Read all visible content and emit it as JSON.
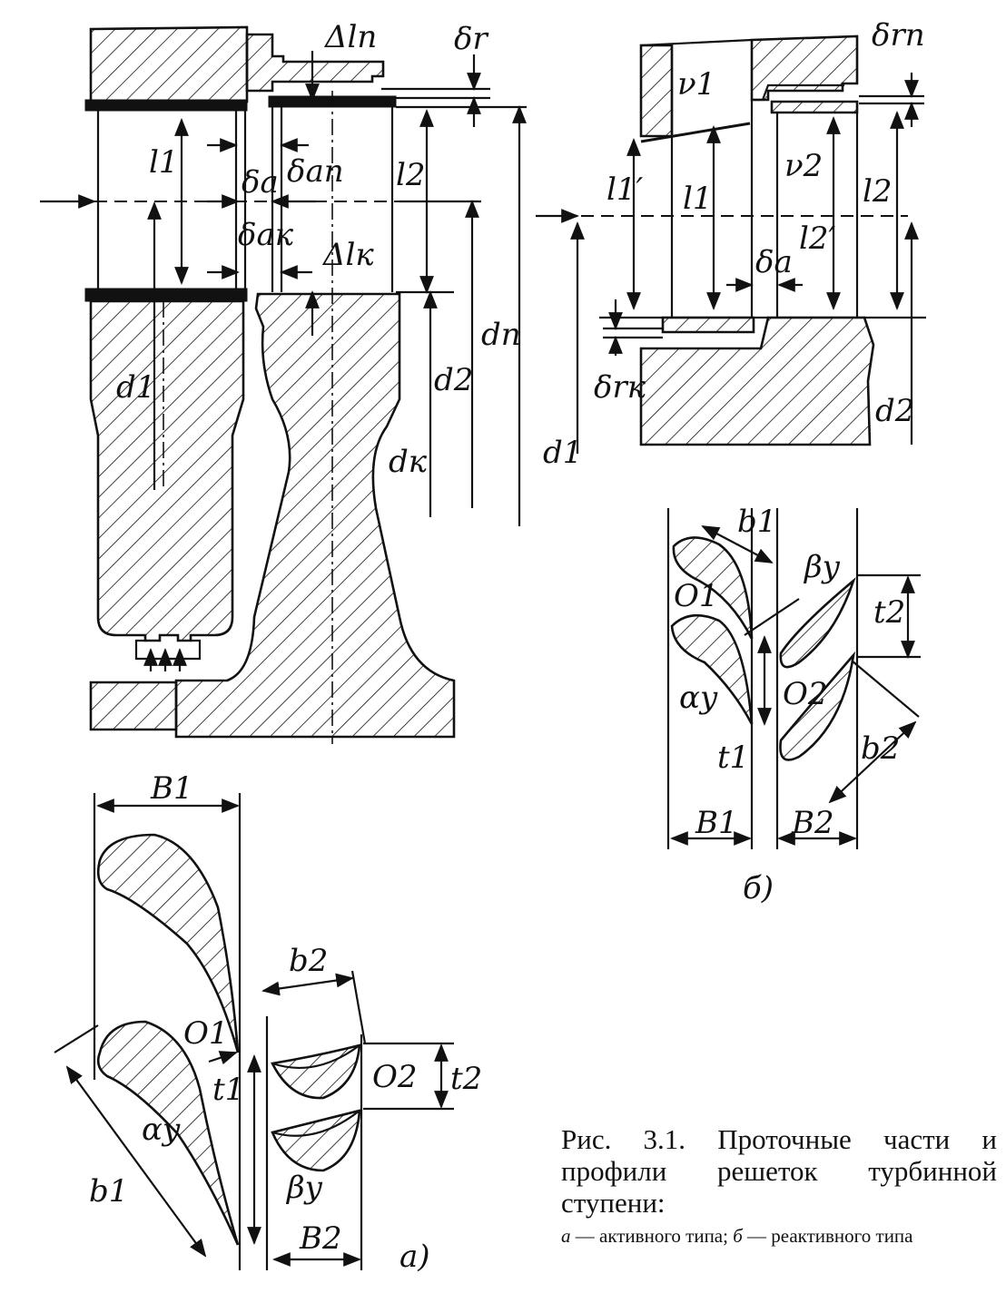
{
  "caption": {
    "figure_number": "Рис. 3.1.",
    "title": "Проточные части и профили решеток турбинной ступени:",
    "legend": [
      {
        "letter": "а",
        "text": "активного типа;"
      },
      {
        "letter": "б",
        "text": "реактивного типа"
      }
    ]
  },
  "panel_a_section": {
    "labels": {
      "delta_l_p": "Δlп",
      "delta_r": "δr",
      "l1": "l1",
      "l2": "l2",
      "delta_a": "δa",
      "delta_a_p": "δaп",
      "delta_a_k": "δaк",
      "delta_l_k": "Δlк",
      "d1": "d1",
      "d2": "d2",
      "dk": "dк",
      "dp": "dп"
    }
  },
  "panel_b_section": {
    "labels": {
      "delta_r_p": "δrп",
      "nu1": "ν1",
      "nu2": "ν2",
      "l1_prime": "l1′",
      "l1": "l1",
      "l2": "l2",
      "l2_prime": "l2′",
      "delta_a": "δa",
      "delta_r_k": "δrк",
      "d1": "d1",
      "d2": "d2"
    }
  },
  "panel_b_profiles": {
    "labels": {
      "b1": "b1",
      "beta_y": "βy",
      "t2": "t2",
      "o1": "O1",
      "o2": "O2",
      "alpha_y": "αy",
      "t1": "t1",
      "b2": "b2",
      "B1": "B1",
      "B2": "B2"
    },
    "panel_tag": "б)"
  },
  "panel_a_profiles": {
    "labels": {
      "B1": "B1",
      "b2": "b2",
      "o1": "O1",
      "o2": "O2",
      "t1": "t1",
      "t2": "t2",
      "alpha_y": "αy",
      "b1": "b1",
      "beta_y": "βy",
      "B2": "B2"
    },
    "panel_tag": "а)"
  }
}
